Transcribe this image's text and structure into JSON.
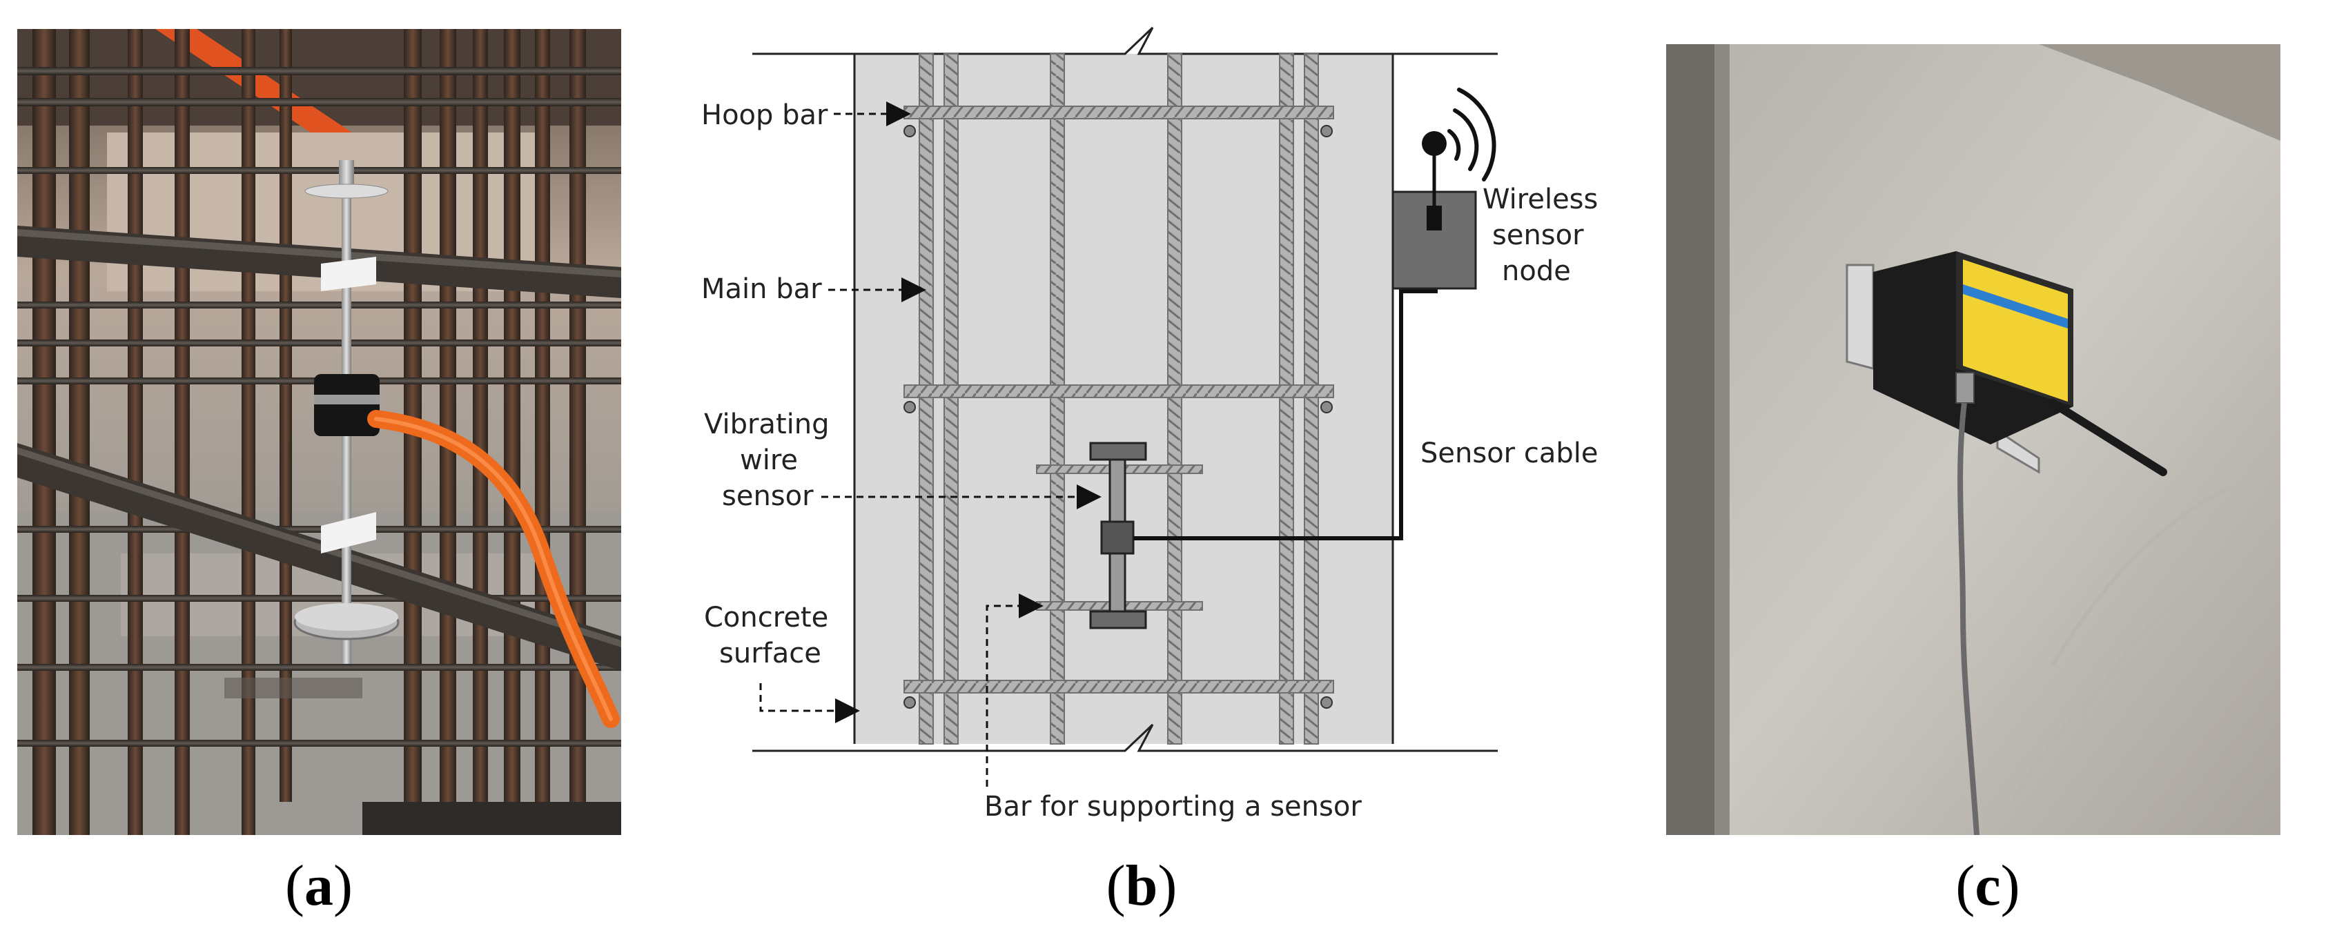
{
  "panels": [
    {
      "id": "a",
      "caption_letter": "a"
    },
    {
      "id": "b",
      "caption_letter": "b"
    },
    {
      "id": "c",
      "caption_letter": "c"
    }
  ],
  "diagram": {
    "labels": {
      "hoop_bar": "Hoop bar",
      "main_bar": "Main bar",
      "vibrating_1": "Vibrating",
      "vibrating_2": "wire",
      "vibrating_3": "sensor",
      "concrete_1": "Concrete",
      "concrete_2": "surface",
      "wireless_1": "Wireless",
      "wireless_2": "sensor",
      "wireless_3": "node",
      "sensor_cable": "Sensor cable",
      "support_bar": "Bar for supporting a sensor"
    }
  },
  "colors": {
    "concrete": "#d8d8d8",
    "rebar": "#8a8a8a",
    "node_box": "#6e6e6e",
    "sensor": "#5c5c5c",
    "cable_orange": "#ee6a1c",
    "node_label_yellow": "#f2d233",
    "node_label_blue": "#2d7fd0"
  }
}
